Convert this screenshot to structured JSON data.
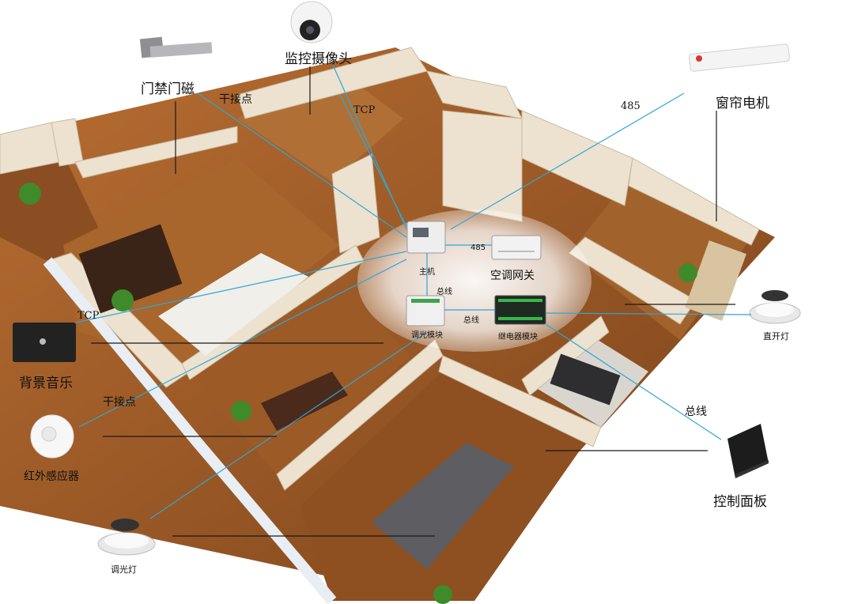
{
  "devices": {
    "door_magnet": "门禁门磁",
    "camera": "监控摄像头",
    "curtain_motor": "窗帘电机",
    "background_music": "背景音乐",
    "pir_sensor": "红外感应器",
    "dimmer_light": "调光灯",
    "switch_light": "直开灯",
    "control_panel": "控制面板"
  },
  "hub": {
    "host": "主机",
    "ac_gateway": "空调网关",
    "dimmer_module": "调光模块",
    "relay_module": "继电器模块"
  },
  "connections": {
    "dry_contact_top": "干接点",
    "tcp_top": "TCP",
    "rs485_top": "485",
    "rs485_mid": "485",
    "bus_host_dimmer": "总线",
    "bus_dimmer_relay": "总线",
    "tcp_left": "TCP",
    "dry_contact_left": "干接点",
    "bus_panel": "总线"
  },
  "colors": {
    "signal_line": "#2ea6d8",
    "leader_line": "#1a1a1a",
    "floor": "#9a5a26",
    "wall": "#ece2cf"
  }
}
